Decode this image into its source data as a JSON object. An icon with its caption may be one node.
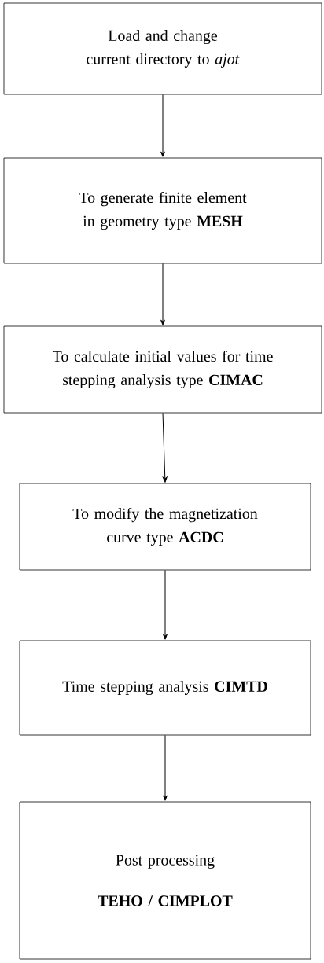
{
  "diagram": {
    "nodes": [
      {
        "text": [
          "Load and change current directory to *ajot*"
        ]
      },
      {
        "text": [
          "To generate finite element in geometry type **MESH**"
        ]
      },
      {
        "text": [
          "To calculate initial values for time stepping analysis type **CIMAC**"
        ]
      },
      {
        "text": [
          "To modify the magnetization curve type **ACDC**"
        ]
      },
      {
        "text": [
          "Time stepping analysis **CIMTD**"
        ]
      },
      {
        "text": [
          "Post processing",
          "TEHO / CIMPLOT"
        ]
      }
    ],
    "edges": [
      {
        "from": 0,
        "to": 1,
        "arrow": "to"
      },
      {
        "from": 1,
        "to": 2,
        "arrow": "to"
      },
      {
        "from": 2,
        "to": 3,
        "arrow": "to"
      },
      {
        "from": 3,
        "to": 4,
        "arrow": "to"
      },
      {
        "from": 4,
        "to": 5,
        "arrow": "to"
      }
    ]
  }
}
